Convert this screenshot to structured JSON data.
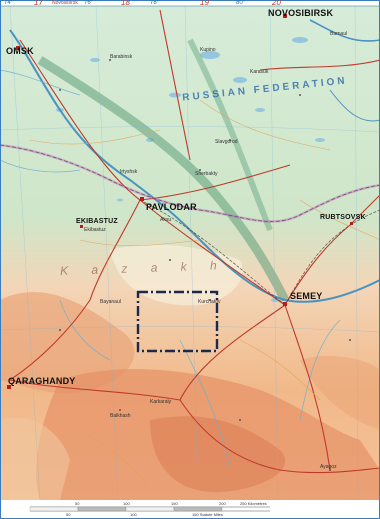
{
  "top_scale": [
    {
      "deg": "74°",
      "num": "17",
      "name": "Novosibirsk"
    },
    {
      "deg": "76°",
      "num": "18",
      "name": ""
    },
    {
      "deg": "78°",
      "num": "19",
      "name": ""
    },
    {
      "deg": "80°",
      "num": "20",
      "name": ""
    }
  ],
  "cities": {
    "novosibirsk": "NOVOSIBIRSK",
    "omsk": "OMSK",
    "pavlodar": "PAVLODAR",
    "ekibastuz": "EKIBASTUZ",
    "semey": "SEMEY",
    "rubtsovsk": "RUBTSOVSK",
    "qaraghandy": "QARAGHANDY"
  },
  "regions": {
    "russian_federation": "RUSSIAN FEDERATION",
    "kazakh": "K a z a k h"
  },
  "towns": {
    "barabinsk": "Barabinsk",
    "kupino": "Kupino",
    "karasuk": "Karasuk",
    "slavgorod": "Slavgorod",
    "irtysh": "Irtyshsk",
    "sherbakty": "Sherbakty",
    "ekibastuz_small": "Ekibastuz",
    "aksu": "Aksu",
    "kurchatov": "Kurchatov",
    "balkhash": "Balkhash",
    "ayagoz": "Ayagoz",
    "barnaul": "Barnaul",
    "bayanaul": "Bayanaul",
    "karkaraly": "Karkaraly"
  },
  "scale_bar": {
    "km_labels": [
      "50",
      "100",
      "150",
      "200",
      "250 Kilometres"
    ],
    "mi_labels": [
      "50",
      "100",
      "150 Statute Miles"
    ]
  },
  "colors": {
    "steppe_green": "#cfe6c9",
    "desert_orange": "#f1b98a",
    "highland_red": "#e58a5f",
    "river_blue": "#5aa3c8",
    "road_red": "#c0392b",
    "focus_box": "#1b2a4a"
  }
}
